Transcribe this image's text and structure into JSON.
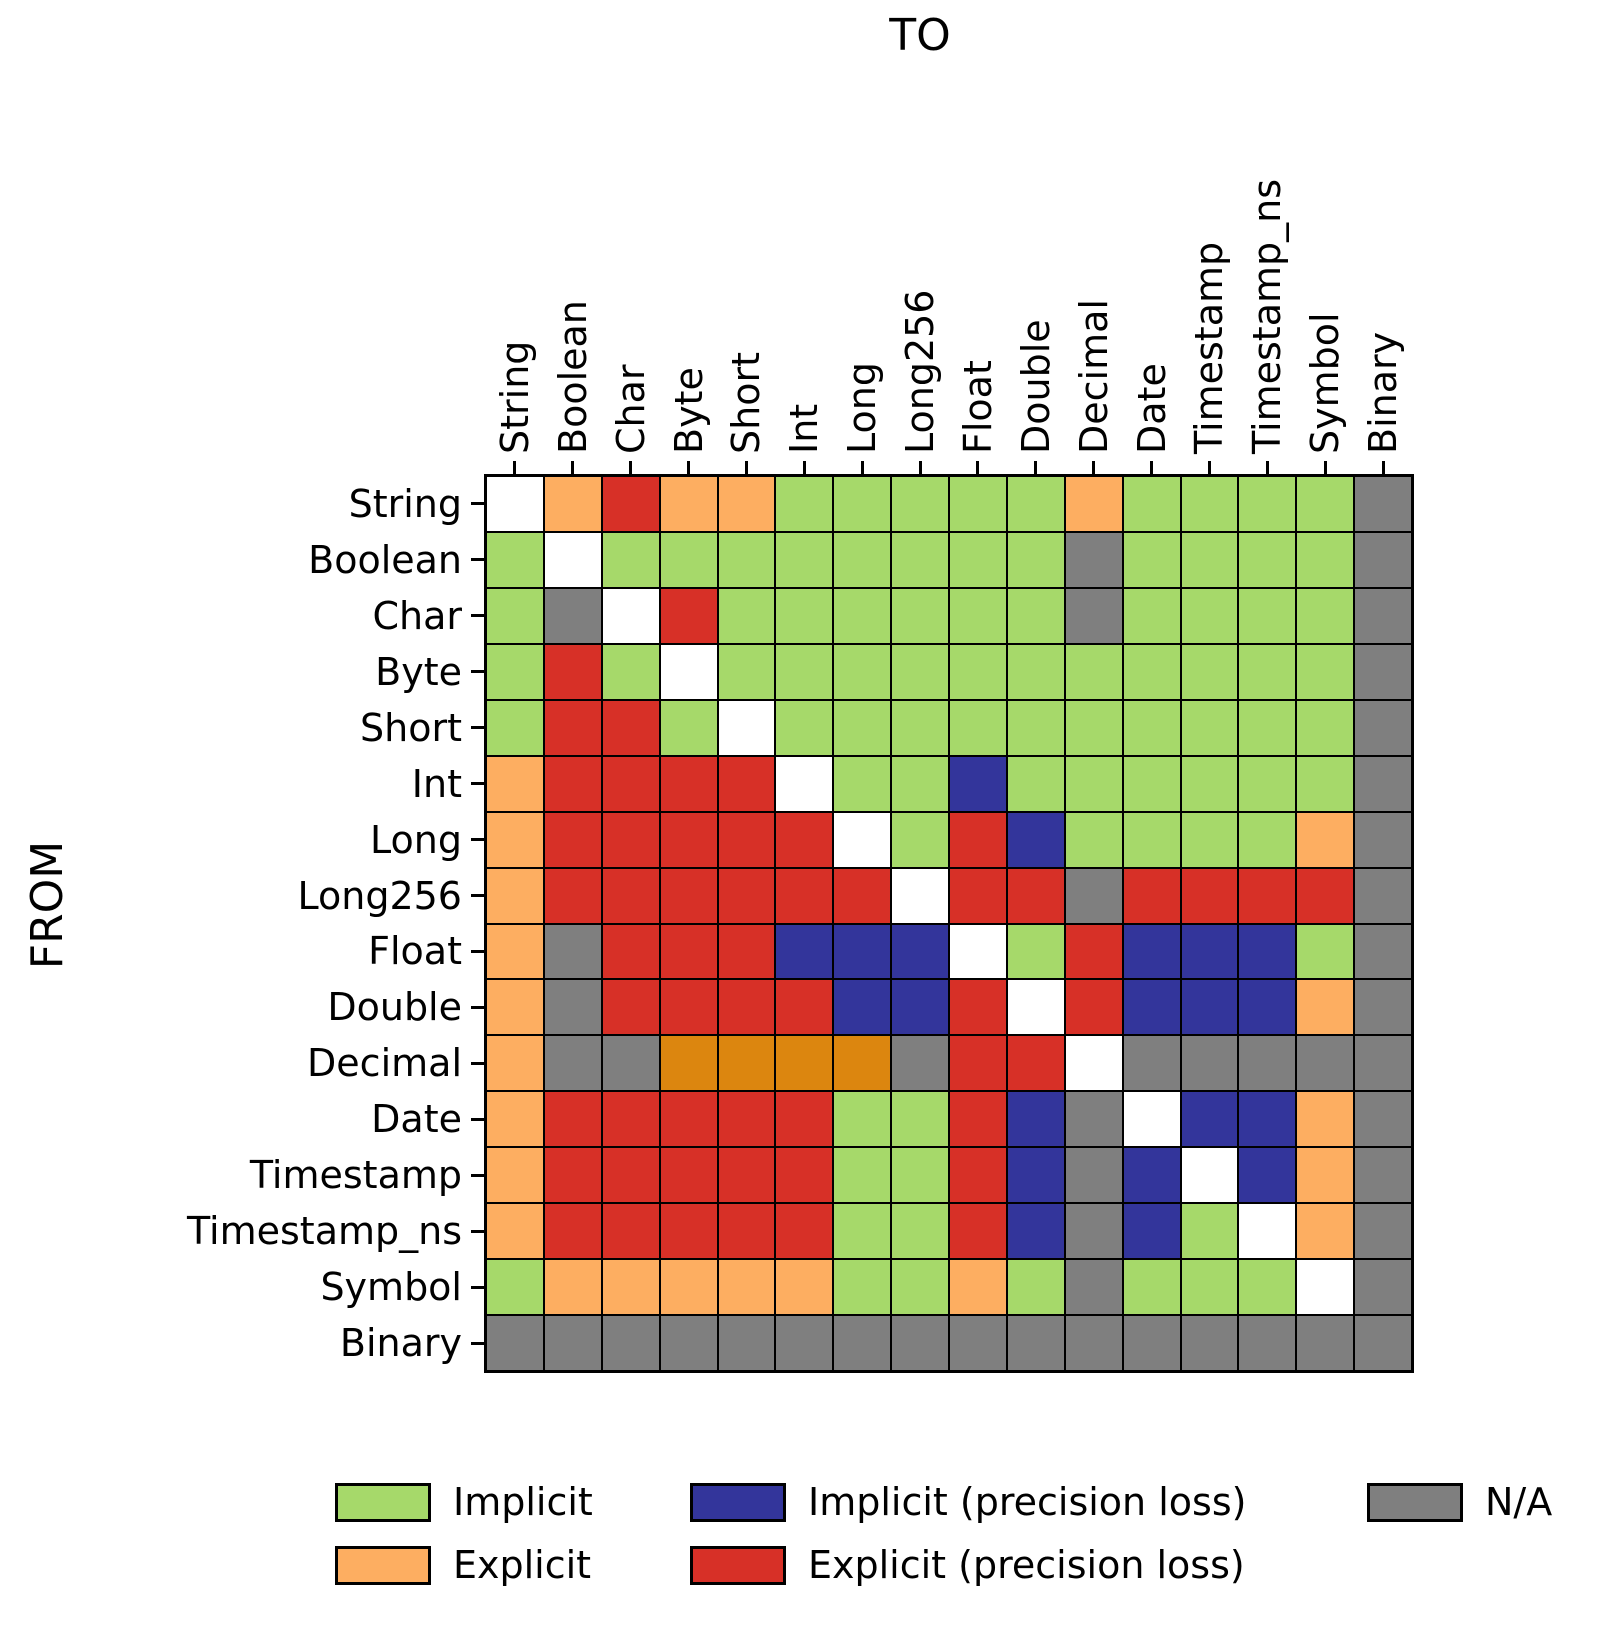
{
  "title_top": "TO",
  "title_left": "FROM",
  "colors": {
    "I": "#a6d96a",
    "E": "#fdae61",
    "IP": "#33359b",
    "EP": "#d73027",
    "NA": "#7f7f7f",
    "ED": "#dc860f",
    "S": "#ffffff"
  },
  "legend": {
    "items": [
      {
        "label": "Implicit",
        "code": "I"
      },
      {
        "label": "Explicit",
        "code": "E"
      },
      {
        "label": "Implicit (precision loss)",
        "code": "IP"
      },
      {
        "label": "Explicit (precision loss)",
        "code": "EP"
      },
      {
        "label": "N/A",
        "code": "NA"
      }
    ]
  },
  "chart_data": {
    "type": "heatmap",
    "title": "",
    "xlabel": "TO",
    "ylabel": "FROM",
    "legend_position": "bottom",
    "grid": "black cell borders",
    "code_meanings": {
      "I": "Implicit",
      "E": "Explicit",
      "IP": "Implicit (precision loss)",
      "EP": "Explicit (precision loss)",
      "NA": "N/A",
      "ED": "Unlabeled darker-orange explicit shade",
      "S": "Same type (white diagonal)"
    },
    "categories_x": [
      "String",
      "Boolean",
      "Char",
      "Byte",
      "Short",
      "Int",
      "Long",
      "Long256",
      "Float",
      "Double",
      "Decimal",
      "Date",
      "Timestamp",
      "Timestamp_ns",
      "Symbol",
      "Binary"
    ],
    "categories_y": [
      "String",
      "Boolean",
      "Char",
      "Byte",
      "Short",
      "Int",
      "Long",
      "Long256",
      "Float",
      "Double",
      "Decimal",
      "Date",
      "Timestamp",
      "Timestamp_ns",
      "Symbol",
      "Binary"
    ],
    "rows": [
      {
        "from": "String",
        "cells": [
          "S",
          "E",
          "EP",
          "E",
          "E",
          "I",
          "I",
          "I",
          "I",
          "I",
          "E",
          "I",
          "I",
          "I",
          "I",
          "NA"
        ]
      },
      {
        "from": "Boolean",
        "cells": [
          "I",
          "S",
          "I",
          "I",
          "I",
          "I",
          "I",
          "I",
          "I",
          "I",
          "NA",
          "I",
          "I",
          "I",
          "I",
          "NA"
        ]
      },
      {
        "from": "Char",
        "cells": [
          "I",
          "NA",
          "S",
          "EP",
          "I",
          "I",
          "I",
          "I",
          "I",
          "I",
          "NA",
          "I",
          "I",
          "I",
          "I",
          "NA"
        ]
      },
      {
        "from": "Byte",
        "cells": [
          "I",
          "EP",
          "I",
          "S",
          "I",
          "I",
          "I",
          "I",
          "I",
          "I",
          "I",
          "I",
          "I",
          "I",
          "I",
          "NA"
        ]
      },
      {
        "from": "Short",
        "cells": [
          "I",
          "EP",
          "EP",
          "I",
          "S",
          "I",
          "I",
          "I",
          "I",
          "I",
          "I",
          "I",
          "I",
          "I",
          "I",
          "NA"
        ]
      },
      {
        "from": "Int",
        "cells": [
          "E",
          "EP",
          "EP",
          "EP",
          "EP",
          "S",
          "I",
          "I",
          "IP",
          "I",
          "I",
          "I",
          "I",
          "I",
          "I",
          "NA"
        ]
      },
      {
        "from": "Long",
        "cells": [
          "E",
          "EP",
          "EP",
          "EP",
          "EP",
          "EP",
          "S",
          "I",
          "EP",
          "IP",
          "I",
          "I",
          "I",
          "I",
          "E",
          "NA"
        ]
      },
      {
        "from": "Long256",
        "cells": [
          "E",
          "EP",
          "EP",
          "EP",
          "EP",
          "EP",
          "EP",
          "S",
          "EP",
          "EP",
          "NA",
          "EP",
          "EP",
          "EP",
          "EP",
          "NA"
        ]
      },
      {
        "from": "Float",
        "cells": [
          "E",
          "NA",
          "EP",
          "EP",
          "EP",
          "IP",
          "IP",
          "IP",
          "S",
          "I",
          "EP",
          "IP",
          "IP",
          "IP",
          "I",
          "NA"
        ]
      },
      {
        "from": "Double",
        "cells": [
          "E",
          "NA",
          "EP",
          "EP",
          "EP",
          "EP",
          "IP",
          "IP",
          "EP",
          "S",
          "EP",
          "IP",
          "IP",
          "IP",
          "E",
          "NA"
        ]
      },
      {
        "from": "Decimal",
        "cells": [
          "E",
          "NA",
          "NA",
          "ED",
          "ED",
          "ED",
          "ED",
          "NA",
          "EP",
          "EP",
          "S",
          "NA",
          "NA",
          "NA",
          "NA",
          "NA"
        ]
      },
      {
        "from": "Date",
        "cells": [
          "E",
          "EP",
          "EP",
          "EP",
          "EP",
          "EP",
          "I",
          "I",
          "EP",
          "IP",
          "NA",
          "S",
          "IP",
          "IP",
          "E",
          "NA"
        ]
      },
      {
        "from": "Timestamp",
        "cells": [
          "E",
          "EP",
          "EP",
          "EP",
          "EP",
          "EP",
          "I",
          "I",
          "EP",
          "IP",
          "NA",
          "IP",
          "S",
          "IP",
          "E",
          "NA"
        ]
      },
      {
        "from": "Timestamp_ns",
        "cells": [
          "E",
          "EP",
          "EP",
          "EP",
          "EP",
          "EP",
          "I",
          "I",
          "EP",
          "IP",
          "NA",
          "IP",
          "I",
          "S",
          "E",
          "NA"
        ]
      },
      {
        "from": "Symbol",
        "cells": [
          "I",
          "E",
          "E",
          "E",
          "E",
          "E",
          "I",
          "I",
          "E",
          "I",
          "NA",
          "I",
          "I",
          "I",
          "S",
          "NA"
        ]
      },
      {
        "from": "Binary",
        "cells": [
          "NA",
          "NA",
          "NA",
          "NA",
          "NA",
          "NA",
          "NA",
          "NA",
          "NA",
          "NA",
          "NA",
          "NA",
          "NA",
          "NA",
          "NA",
          "NA"
        ]
      }
    ]
  }
}
